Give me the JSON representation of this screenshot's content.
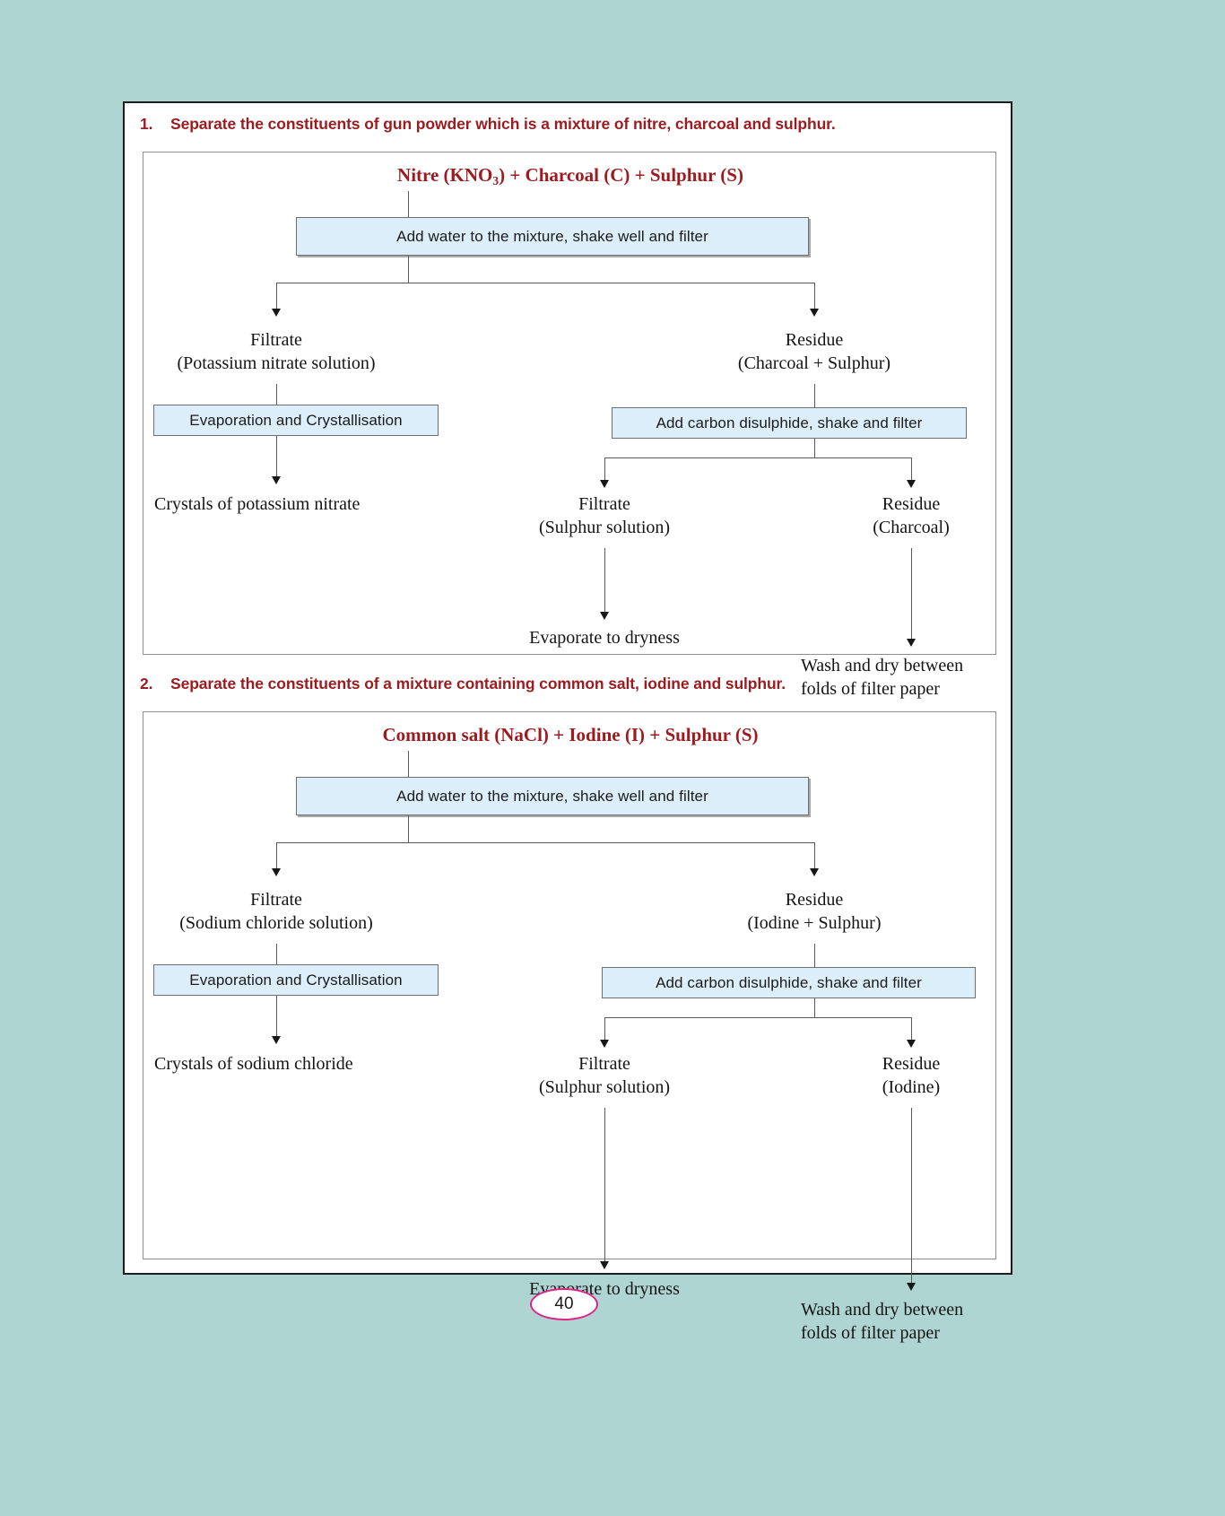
{
  "page": {
    "background_color": "#aed5d2",
    "frame_color": "#1c1c1c",
    "number": "40",
    "badge_border_color": "#e0218a"
  },
  "theme": {
    "heading_color": "#9c1b1f",
    "box_fill": "#ddeefb",
    "box_border": "#6f6f6f",
    "connector_color": "#595959",
    "text_color": "#141414"
  },
  "questions": [
    {
      "number": "1.",
      "heading": "Separate the constituents of gun powder which is a mixture of nitre, charcoal and sulphur.",
      "chart": {
        "title_parts": {
          "pre": "Nitre (KNO",
          "sub": "3",
          "post": ") + Charcoal (C)  + Sulphur (S)"
        },
        "title_plain": "Nitre (KNO3) + Charcoal (C)  + Sulphur (S)",
        "step1_box": "Add water to the mixture, shake well and filter",
        "left_branch": {
          "label_line1": "Filtrate",
          "label_line2": "(Potassium nitrate solution)",
          "process_box": "Evaporation and Crystallisation",
          "result": "Crystals of potassium nitrate"
        },
        "right_branch": {
          "label_line1": "Residue",
          "label_line2": "(Charcoal + Sulphur)",
          "process_box": "Add carbon disulphide, shake and filter",
          "sub_left": {
            "label_line1": "Filtrate",
            "label_line2": "(Sulphur solution)",
            "result": "Evaporate to dryness"
          },
          "sub_right": {
            "label_line1": "Residue",
            "label_line2": "(Charcoal)",
            "result_line1": "Wash and dry between",
            "result_line2": "folds of filter paper"
          }
        }
      }
    },
    {
      "number": "2.",
      "heading": "Separate the constituents of a mixture containing common salt, iodine and sulphur.",
      "chart": {
        "title_plain": "Common salt (NaCl) + Iodine (I)  + Sulphur (S)",
        "step1_box": "Add water to the mixture, shake well and filter",
        "left_branch": {
          "label_line1": "Filtrate",
          "label_line2": "(Sodium chloride solution)",
          "process_box": "Evaporation and Crystallisation",
          "result": "Crystals of sodium chloride"
        },
        "right_branch": {
          "label_line1": "Residue",
          "label_line2": "(Iodine + Sulphur)",
          "process_box": "Add carbon disulphide, shake and filter",
          "sub_left": {
            "label_line1": "Filtrate",
            "label_line2": "(Sulphur solution)",
            "result": "Evaporate to dryness"
          },
          "sub_right": {
            "label_line1": "Residue",
            "label_line2": "(Iodine)",
            "result_line1": "Wash and dry between",
            "result_line2": "folds of filter paper"
          }
        }
      }
    }
  ]
}
